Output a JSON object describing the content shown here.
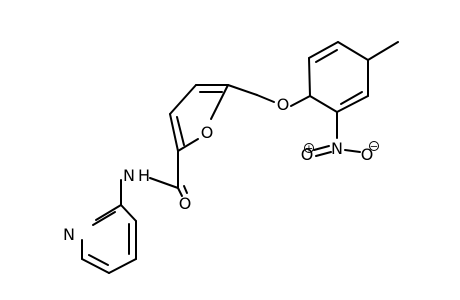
{
  "atoms": {
    "ether_oxygen": "O",
    "furan_oxygen": "O",
    "amide_nitrogen": "N",
    "amide_hydrogen": "H",
    "carbonyl_oxygen": "O",
    "nitro_nitrogen": "N",
    "nitro_oxygen_left": "O",
    "nitro_oxygen_right": "O",
    "pyridine_nitrogen": "N"
  },
  "charges": {
    "nitro_nitrogen": "+",
    "nitro_oxygen_right": "−"
  }
}
